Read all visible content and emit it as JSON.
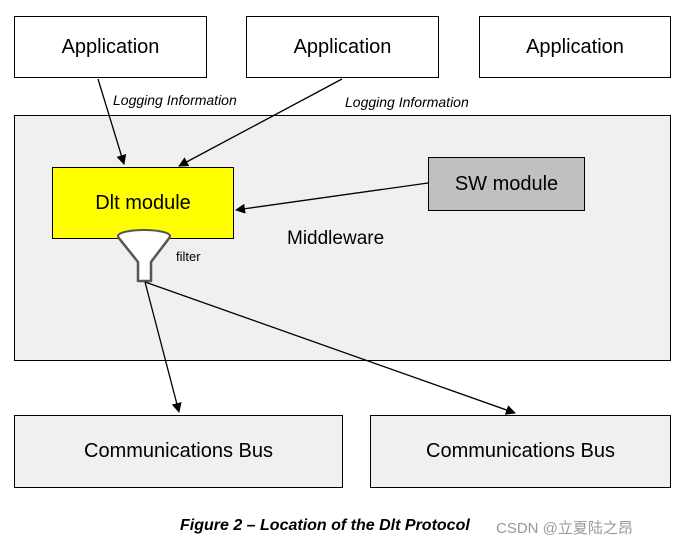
{
  "applications": [
    "Application",
    "Application",
    "Application"
  ],
  "logging_label_left": "Logging Information",
  "logging_label_right": "Logging Information",
  "middleware_label": "Middleware",
  "dlt_module_label": "Dlt module",
  "sw_module_label": "SW module",
  "filter_label": "filter",
  "buses": [
    "Communications Bus",
    "Communications Bus"
  ],
  "caption": "Figure 2 – Location of the Dlt Protocol",
  "watermark": "CSDN @立夏陆之昂",
  "colors": {
    "dlt_fill": "#ffff00",
    "sw_fill": "#c0c0c0",
    "middleware_fill": "#f0f0f0",
    "bus_fill": "#f0f0f0"
  },
  "icons": {
    "filter": "funnel-icon"
  }
}
